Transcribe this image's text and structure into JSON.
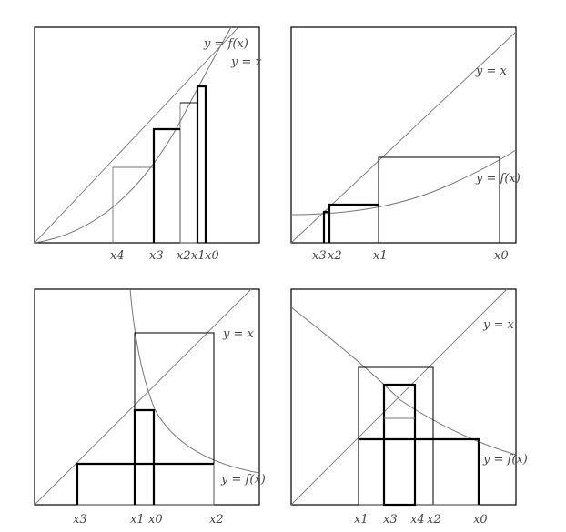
{
  "panels": [
    {
      "id": "top-left",
      "curve_label": "y = f(x)",
      "diagonal_label": "y = x",
      "x_ticks": [
        "x4",
        "x3",
        "x2",
        "x1",
        "x0"
      ]
    },
    {
      "id": "top-right",
      "curve_label": "y = f(x)",
      "diagonal_label": "y = x",
      "x_ticks": [
        "x3",
        "x2",
        "x1",
        "x0"
      ]
    },
    {
      "id": "bottom-left",
      "curve_label": "y = f(x)",
      "diagonal_label": "y = x",
      "x_ticks": [
        "x3",
        "x1",
        "x0",
        "x2"
      ]
    },
    {
      "id": "bottom-right",
      "curve_label": "y = f(x)",
      "diagonal_label": "y = x",
      "x_ticks": [
        "x1",
        "x3",
        "x4",
        "x2",
        "x0"
      ]
    }
  ]
}
